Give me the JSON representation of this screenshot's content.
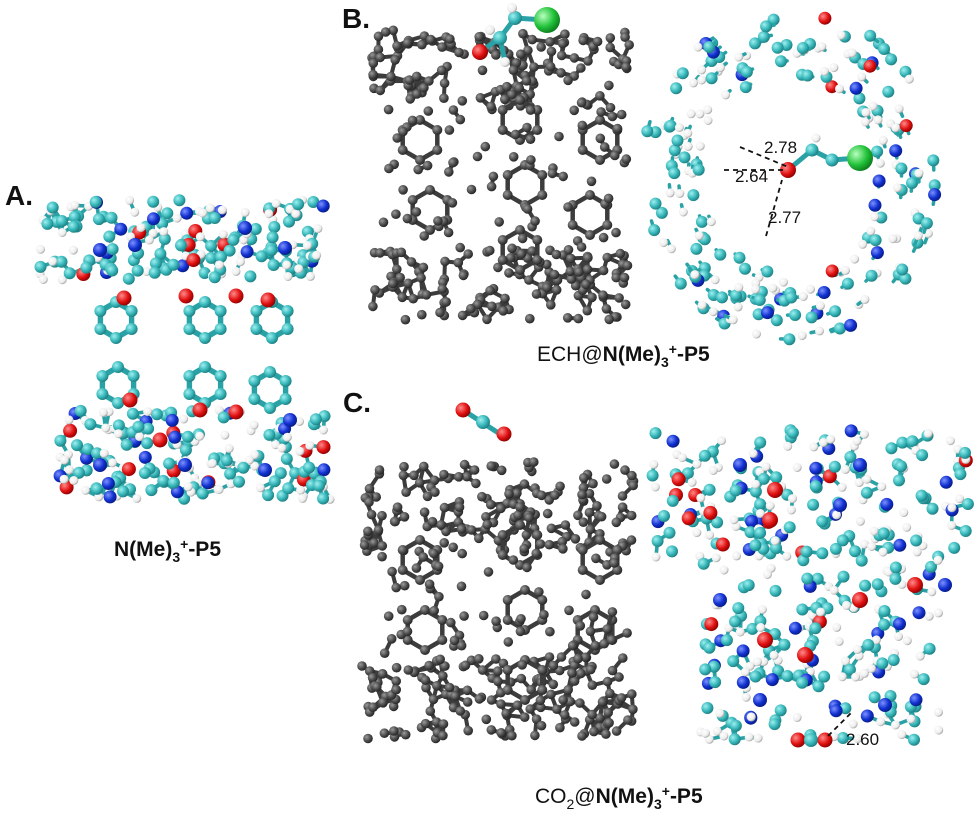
{
  "figure": {
    "panels": [
      {
        "id": "A",
        "letter": "A.",
        "caption": {
          "prefix": "",
          "name": "N(Me)",
          "sub": "3",
          "sup": "+",
          "suffix": "-P5"
        }
      },
      {
        "id": "B",
        "letter": "B.",
        "caption": {
          "prefix": "ECH@",
          "name": "N(Me)",
          "sub": "3",
          "sup": "+",
          "suffix": "-P5"
        },
        "distances": [
          "2.78",
          "2.64",
          "2.77"
        ]
      },
      {
        "id": "C",
        "letter": "C.",
        "caption": {
          "prefix": "CO",
          "prefix_sub": "2",
          "prefix_after": "@",
          "name": "N(Me)",
          "sub": "3",
          "sup": "+",
          "suffix": "-P5"
        },
        "distances": [
          "2.60"
        ]
      }
    ],
    "atom_colors": {
      "carbon": "#35b5b8",
      "oxygen": "#e01010",
      "nitrogen": "#1030d0",
      "hydrogen": "#f2f2f2",
      "chlorine": "#22c23a",
      "host_gray": "#4a4a4a"
    }
  }
}
